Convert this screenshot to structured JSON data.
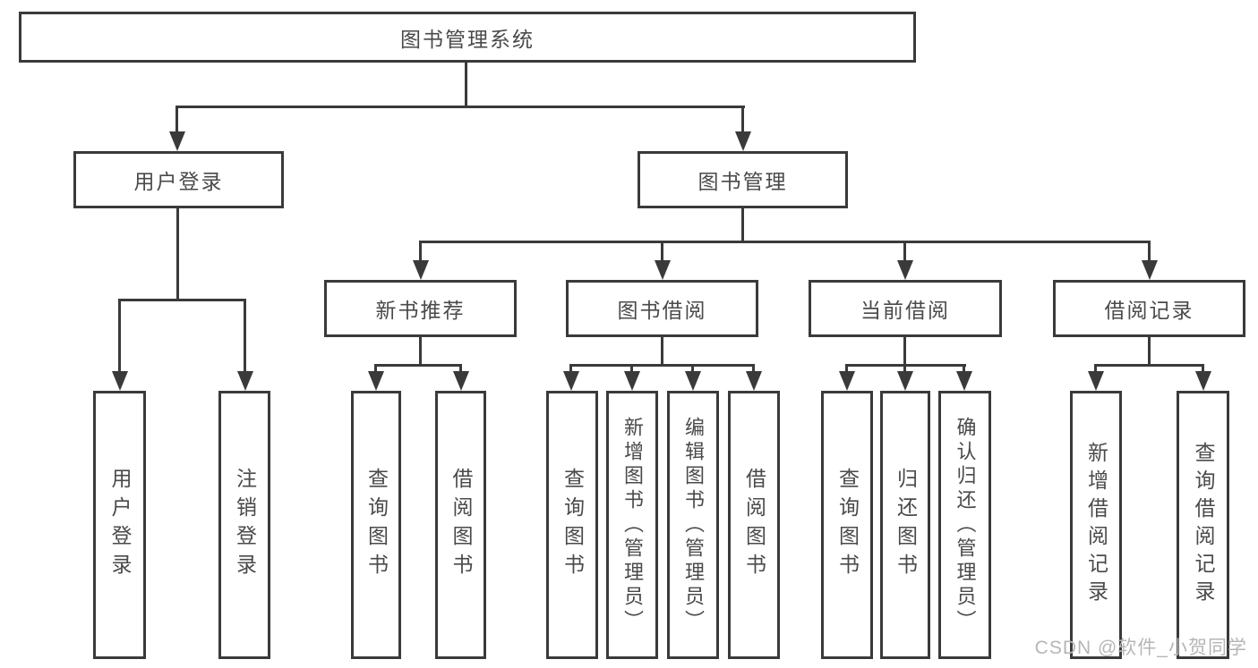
{
  "diagram": {
    "title": "图书管理系统",
    "root": {
      "label": "图书管理系统"
    },
    "level2": [
      {
        "label": "用户登录"
      },
      {
        "label": "图书管理"
      }
    ],
    "level3": [
      {
        "label": "新书推荐"
      },
      {
        "label": "图书借阅"
      },
      {
        "label": "当前借阅"
      },
      {
        "label": "借阅记录"
      }
    ],
    "leaves": {
      "user_login": [
        "用户登录",
        "注销登录"
      ],
      "new_book": [
        "查询图书",
        "借阅图书"
      ],
      "book_borrow": [
        "查询图书",
        "新增图书（管理员）",
        "编辑图书（管理员）",
        "借阅图书"
      ],
      "current_borrow": [
        "查询图书",
        "归还图书",
        "确认归还（管理员）"
      ],
      "borrow_record": [
        "新增借阅记录",
        "查询借阅记录"
      ]
    }
  },
  "watermark": {
    "text": "CSDN @软件_小贺同学"
  },
  "colors": {
    "line": "#3a3a3a",
    "text": "#4a4a4a",
    "watermark": "#b6b6b6",
    "background": "#ffffff"
  }
}
